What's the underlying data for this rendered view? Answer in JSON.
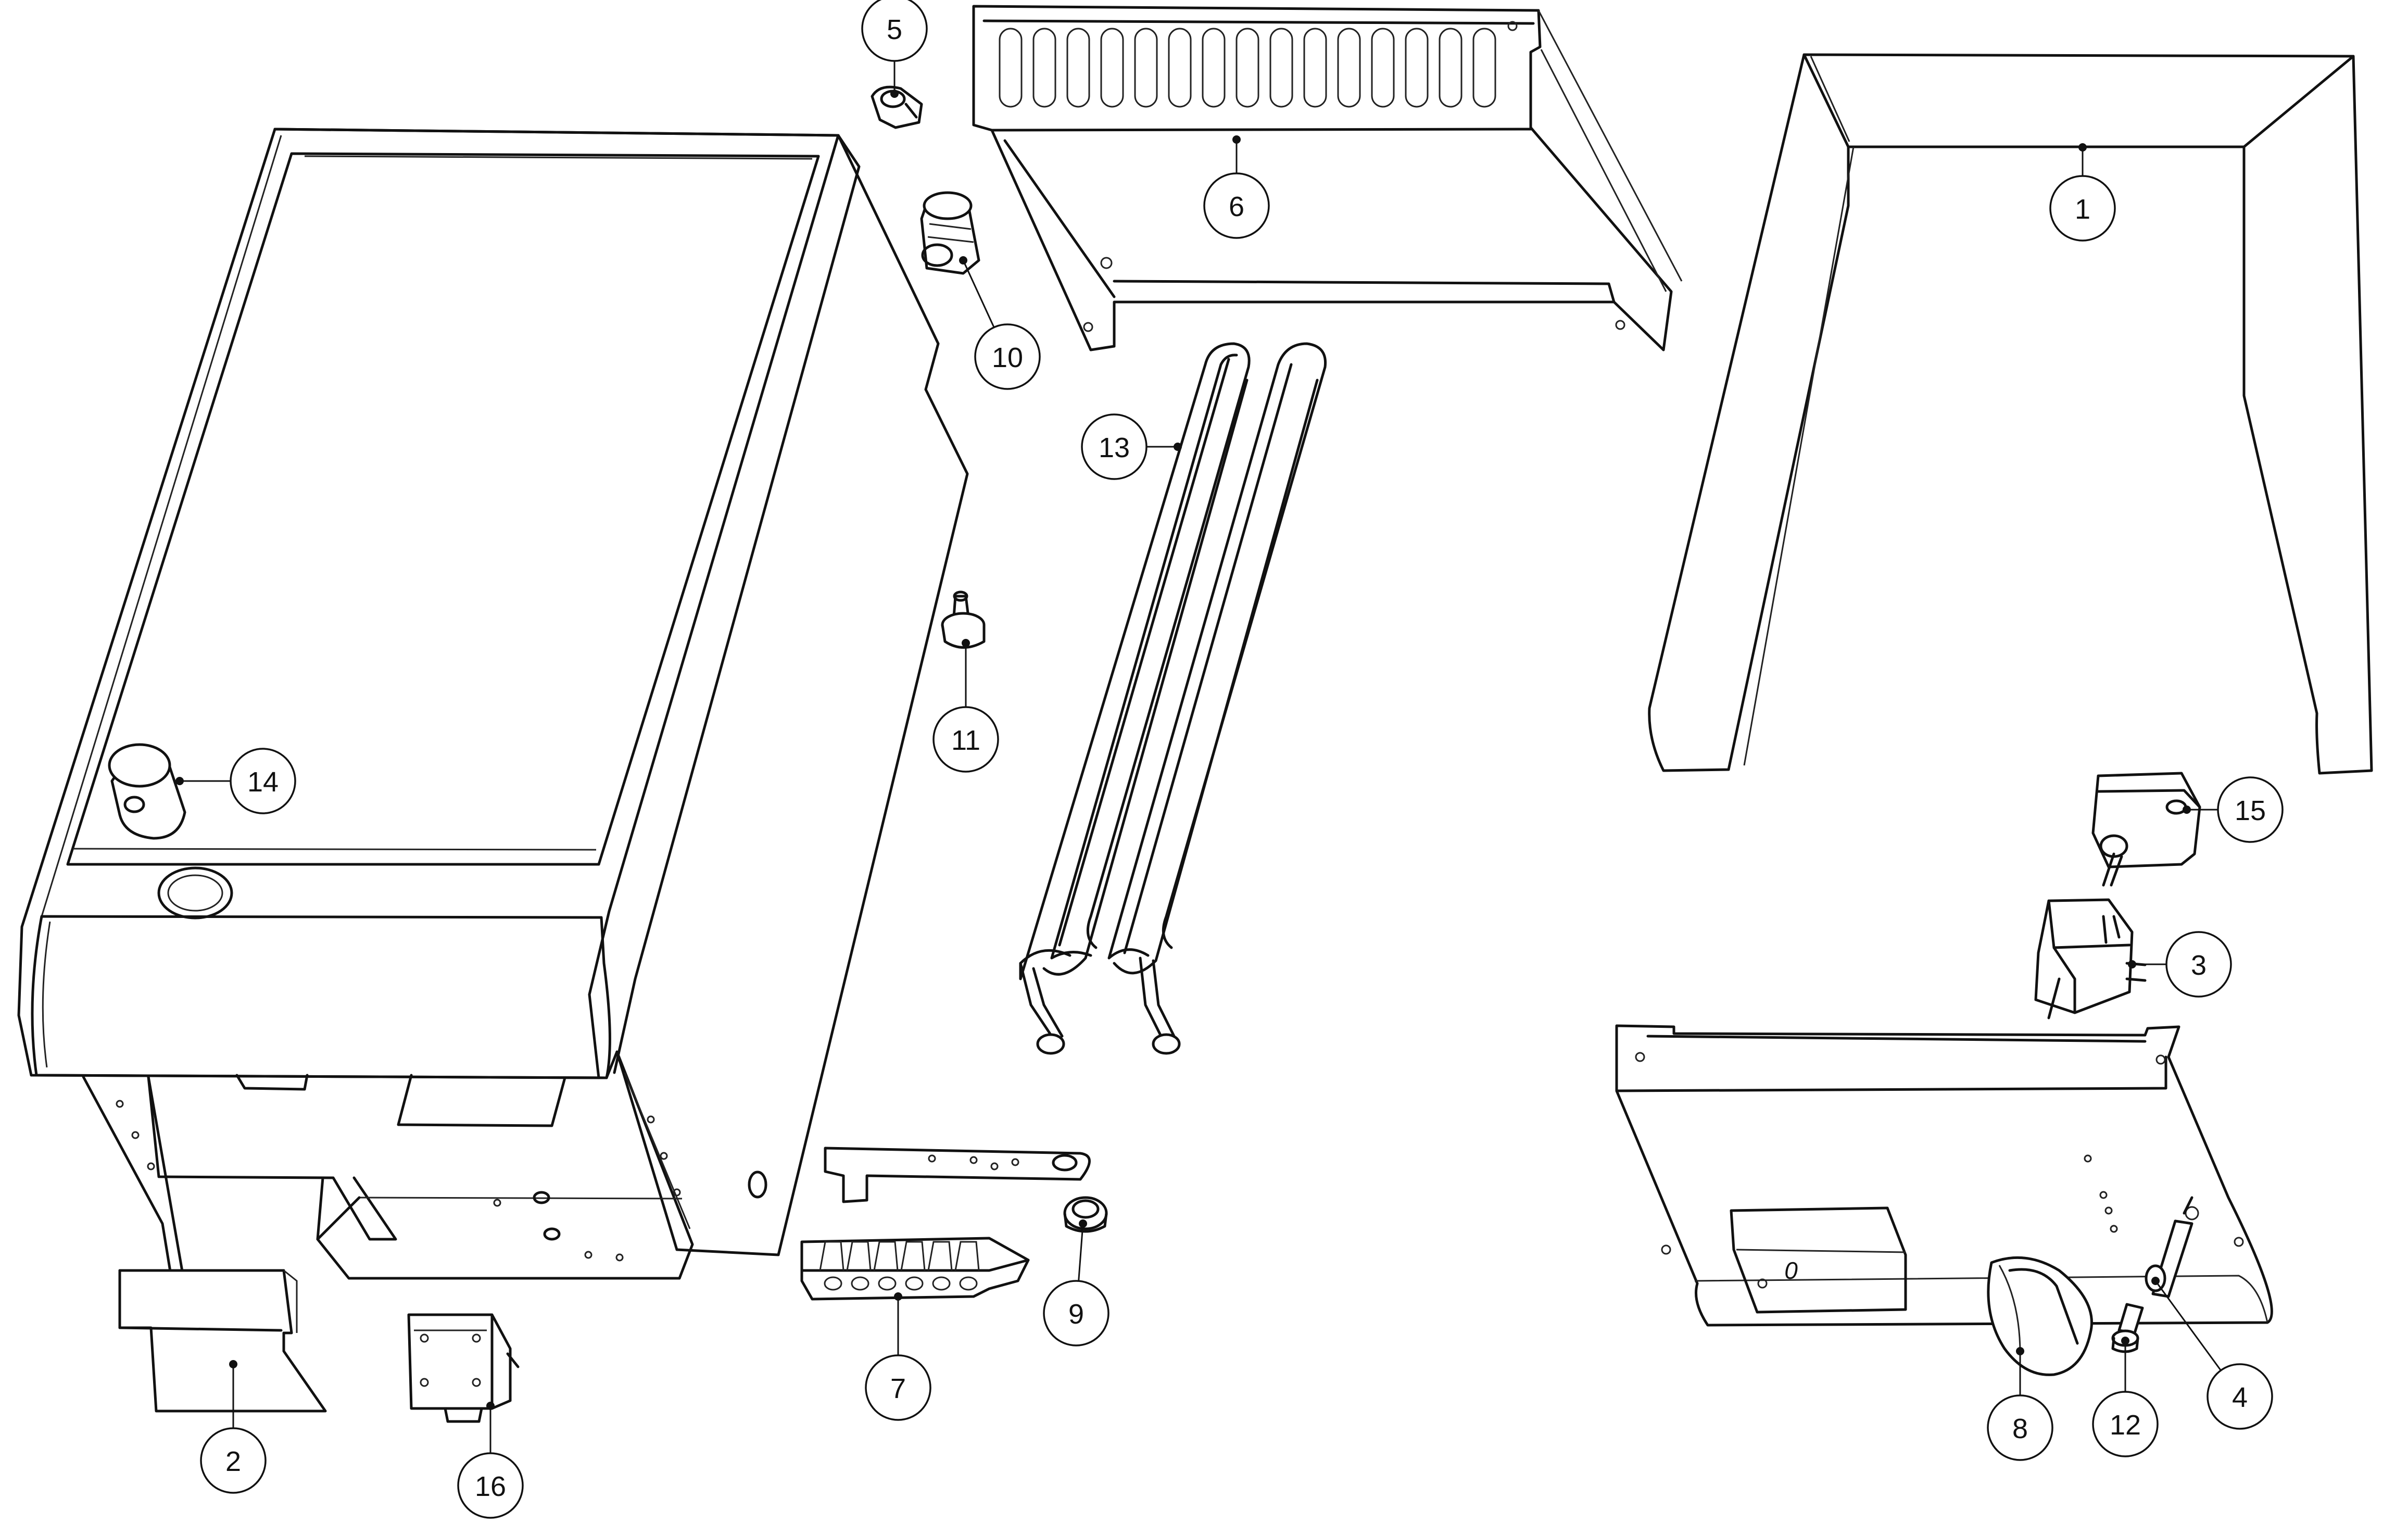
{
  "diagram": {
    "callouts": [
      {
        "id": "1",
        "label": "1"
      },
      {
        "id": "2",
        "label": "2"
      },
      {
        "id": "3",
        "label": "3"
      },
      {
        "id": "4",
        "label": "4"
      },
      {
        "id": "5",
        "label": "5"
      },
      {
        "id": "6",
        "label": "6"
      },
      {
        "id": "7",
        "label": "7"
      },
      {
        "id": "8",
        "label": "8"
      },
      {
        "id": "9",
        "label": "9"
      },
      {
        "id": "10",
        "label": "10"
      },
      {
        "id": "11",
        "label": "11"
      },
      {
        "id": "12",
        "label": "12"
      },
      {
        "id": "13",
        "label": "13"
      },
      {
        "id": "14",
        "label": "14"
      },
      {
        "id": "15",
        "label": "15"
      },
      {
        "id": "16",
        "label": "16"
      }
    ],
    "panel_mark": "0"
  }
}
